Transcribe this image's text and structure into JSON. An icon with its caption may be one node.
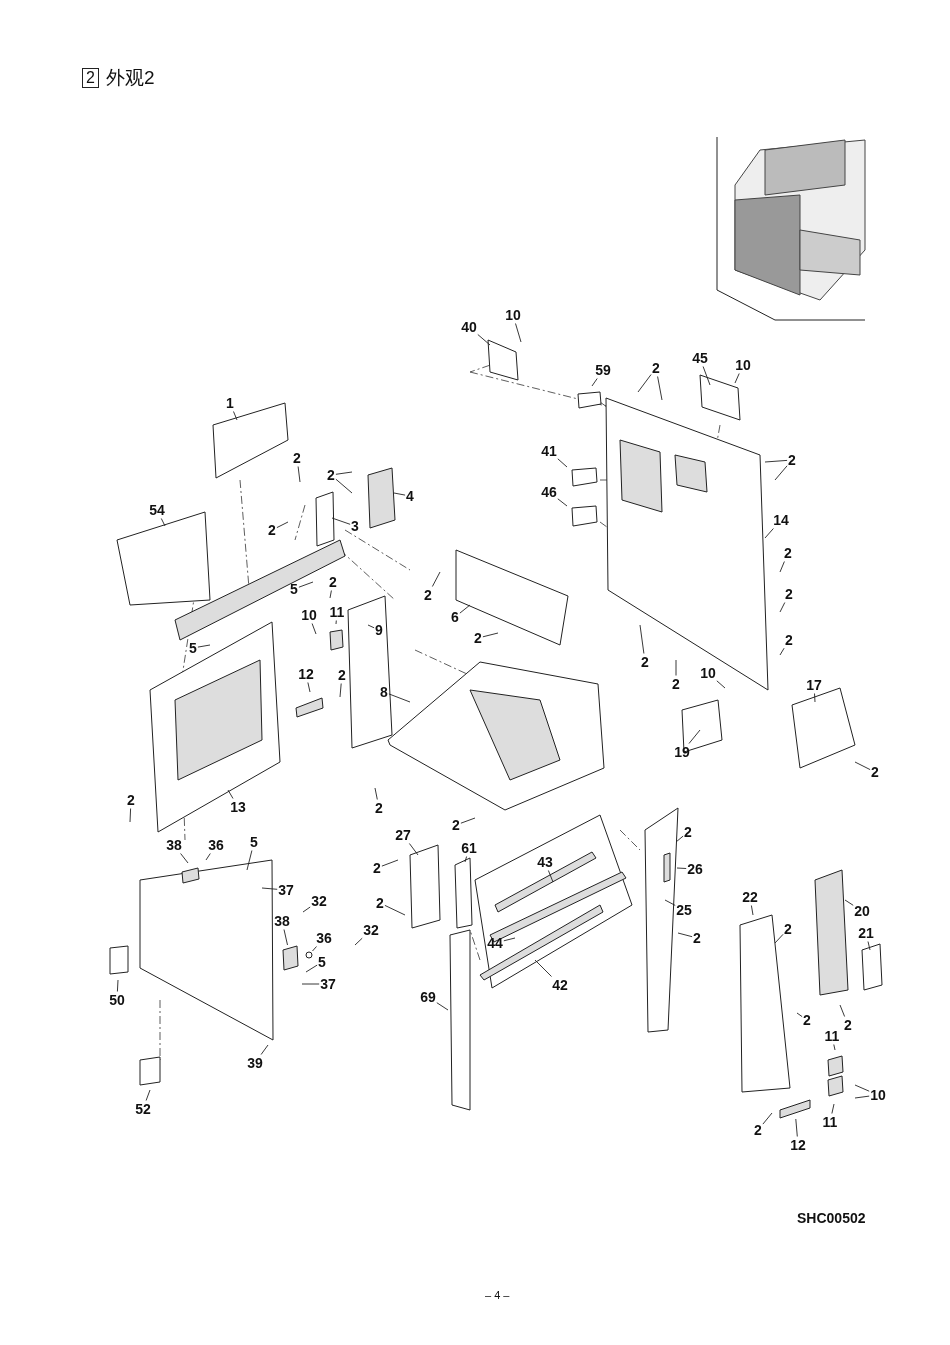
{
  "diagram": {
    "title": "外观2",
    "nodes": [
      {
        "text": [
          "1"
        ]
      },
      {
        "text": [
          "40"
        ]
      },
      {
        "text": [
          "10"
        ]
      },
      {
        "text": [
          "59"
        ]
      },
      {
        "text": [
          "2"
        ]
      },
      {
        "text": [
          "45"
        ]
      },
      {
        "text": [
          "10"
        ]
      },
      {
        "text": [
          "2"
        ]
      },
      {
        "text": [
          "2"
        ]
      },
      {
        "text": [
          "4"
        ]
      },
      {
        "text": [
          "41"
        ]
      },
      {
        "text": [
          "2"
        ]
      },
      {
        "text": [
          "54"
        ]
      },
      {
        "text": [
          "2"
        ]
      },
      {
        "text": [
          "3"
        ]
      },
      {
        "text": [
          "46"
        ]
      },
      {
        "text": [
          "14"
        ]
      },
      {
        "text": [
          "2"
        ]
      },
      {
        "text": [
          "5"
        ]
      },
      {
        "text": [
          "2"
        ]
      },
      {
        "text": [
          "2"
        ]
      },
      {
        "text": [
          "2"
        ]
      },
      {
        "text": [
          "6"
        ]
      },
      {
        "text": [
          "10"
        ]
      },
      {
        "text": [
          "11"
        ]
      },
      {
        "text": [
          "9"
        ]
      },
      {
        "text": [
          "2"
        ]
      },
      {
        "text": [
          "2"
        ]
      },
      {
        "text": [
          "5"
        ]
      },
      {
        "text": [
          "2"
        ]
      },
      {
        "text": [
          "2"
        ]
      },
      {
        "text": [
          "12"
        ]
      },
      {
        "text": [
          "2"
        ]
      },
      {
        "text": [
          "8"
        ]
      },
      {
        "text": [
          "10"
        ]
      },
      {
        "text": [
          "17"
        ]
      },
      {
        "text": [
          "19"
        ]
      },
      {
        "text": [
          "2"
        ]
      },
      {
        "text": [
          "2"
        ]
      },
      {
        "text": [
          "13"
        ]
      },
      {
        "text": [
          "2"
        ]
      },
      {
        "text": [
          "2"
        ]
      },
      {
        "text": [
          "2"
        ]
      },
      {
        "text": [
          "36"
        ]
      },
      {
        "text": [
          "38"
        ]
      },
      {
        "text": [
          "5"
        ]
      },
      {
        "text": [
          "27"
        ]
      },
      {
        "text": [
          "61"
        ]
      },
      {
        "text": [
          "2"
        ]
      },
      {
        "text": [
          "26"
        ]
      },
      {
        "text": [
          "43"
        ]
      },
      {
        "text": [
          "37"
        ]
      },
      {
        "text": [
          "32"
        ]
      },
      {
        "text": [
          "22"
        ]
      },
      {
        "text": [
          "20"
        ]
      },
      {
        "text": [
          "25"
        ]
      },
      {
        "text": [
          "2"
        ]
      },
      {
        "text": [
          "2"
        ]
      },
      {
        "text": [
          "38"
        ]
      },
      {
        "text": [
          "36"
        ]
      },
      {
        "text": [
          "32"
        ]
      },
      {
        "text": [
          "44"
        ]
      },
      {
        "text": [
          "2"
        ]
      },
      {
        "text": [
          "21"
        ]
      },
      {
        "text": [
          "5"
        ]
      },
      {
        "text": [
          "37"
        ]
      },
      {
        "text": [
          "50"
        ]
      },
      {
        "text": [
          "42"
        ]
      },
      {
        "text": [
          "69"
        ]
      },
      {
        "text": [
          "2"
        ]
      },
      {
        "text": [
          "2"
        ]
      },
      {
        "text": [
          "11"
        ]
      },
      {
        "text": [
          "39"
        ]
      },
      {
        "text": [
          "10"
        ]
      },
      {
        "text": [
          "11"
        ]
      },
      {
        "text": [
          "2"
        ]
      },
      {
        "text": [
          "12"
        ]
      },
      {
        "text": [
          "52"
        ]
      },
      {
        "text": [],
        "shape": "box"
      },
      {
        "text": [],
        "shape": "circle"
      },
      {
        "text": [],
        "shape": "bar"
      }
    ],
    "edges": [
      {
        "from": 0,
        "to": null,
        "arrow": "none"
      },
      {
        "from": 1,
        "to": null,
        "arrow": "none"
      },
      {
        "from": 2,
        "to": null,
        "arrow": "none"
      },
      {
        "from": 3,
        "to": null,
        "arrow": "none"
      },
      {
        "from": 4,
        "to": null,
        "arrow": "none"
      },
      {
        "from": 4,
        "to": null,
        "arrow": "none"
      },
      {
        "from": 5,
        "to": null,
        "arrow": "none"
      },
      {
        "from": 6,
        "to": null,
        "arrow": "none"
      },
      {
        "from": 7,
        "to": null,
        "arrow": "none"
      },
      {
        "from": 8,
        "to": null,
        "arrow": "none"
      },
      {
        "from": 8,
        "to": null,
        "arrow": "none"
      },
      {
        "from": 9,
        "to": null,
        "arrow": "none"
      },
      {
        "from": 10,
        "to": null,
        "arrow": "none"
      },
      {
        "from": 11,
        "to": null,
        "arrow": "none"
      },
      {
        "from": 11,
        "to": null,
        "arrow": "none"
      },
      {
        "from": 12,
        "to": null,
        "arrow": "none"
      },
      {
        "from": 13,
        "to": null,
        "arrow": "none"
      },
      {
        "from": 14,
        "to": null,
        "arrow": "none"
      },
      {
        "from": 15,
        "to": null,
        "arrow": "none"
      },
      {
        "from": 16,
        "to": null,
        "arrow": "none"
      },
      {
        "from": 17,
        "to": null,
        "arrow": "none"
      },
      {
        "from": 18,
        "to": null,
        "arrow": "none"
      },
      {
        "from": 19,
        "to": null,
        "arrow": "none"
      },
      {
        "from": 20,
        "to": null,
        "arrow": "none"
      },
      {
        "from": 21,
        "to": null,
        "arrow": "none"
      },
      {
        "from": 22,
        "to": null,
        "arrow": "none"
      },
      {
        "from": 23,
        "to": null,
        "arrow": "none"
      },
      {
        "from": 24,
        "to": null,
        "arrow": "none"
      },
      {
        "from": 25,
        "to": null,
        "arrow": "none"
      },
      {
        "from": 26,
        "to": null,
        "arrow": "none"
      },
      {
        "from": 27,
        "to": null,
        "arrow": "none"
      },
      {
        "from": 28,
        "to": null,
        "arrow": "none"
      },
      {
        "from": 29,
        "to": null,
        "arrow": "none"
      },
      {
        "from": 30,
        "to": null,
        "arrow": "none"
      },
      {
        "from": 31,
        "to": null,
        "arrow": "none"
      },
      {
        "from": 32,
        "to": null,
        "arrow": "none"
      },
      {
        "from": 33,
        "to": null,
        "arrow": "none"
      },
      {
        "from": 34,
        "to": null,
        "arrow": "none"
      },
      {
        "from": 35,
        "to": null,
        "arrow": "none"
      },
      {
        "from": 36,
        "to": null,
        "arrow": "none"
      },
      {
        "from": 37,
        "to": null,
        "arrow": "none"
      },
      {
        "from": 38,
        "to": null,
        "arrow": "none"
      },
      {
        "from": 39,
        "to": null,
        "arrow": "none"
      },
      {
        "from": 40,
        "to": null,
        "arrow": "none"
      },
      {
        "from": 41,
        "to": null,
        "arrow": "none"
      },
      {
        "from": 42,
        "to": null,
        "arrow": "none"
      },
      {
        "from": 43,
        "to": null,
        "arrow": "none"
      },
      {
        "from": 44,
        "to": null,
        "arrow": "none"
      },
      {
        "from": 45,
        "to": null,
        "arrow": "none"
      },
      {
        "from": 46,
        "to": null,
        "arrow": "none"
      },
      {
        "from": 47,
        "to": null,
        "arrow": "none"
      },
      {
        "from": 48,
        "to": null,
        "arrow": "none"
      },
      {
        "from": 49,
        "to": null,
        "arrow": "none"
      },
      {
        "from": 50,
        "to": null,
        "arrow": "none"
      },
      {
        "from": 51,
        "to": null,
        "arrow": "none"
      },
      {
        "from": 52,
        "to": null,
        "arrow": "none"
      },
      {
        "from": 53,
        "to": null,
        "arrow": "none"
      },
      {
        "from": 54,
        "to": null,
        "arrow": "none"
      },
      {
        "from": 55,
        "to": null,
        "arrow": "none"
      },
      {
        "from": 56,
        "to": null,
        "arrow": "none"
      },
      {
        "from": 57,
        "to": null,
        "arrow": "none"
      },
      {
        "from": 58,
        "to": 78,
        "arrow": "none"
      },
      {
        "from": 59,
        "to": 79,
        "arrow": "none"
      },
      {
        "from": 60,
        "to": null,
        "arrow": "none"
      },
      {
        "from": 61,
        "to": null,
        "arrow": "none"
      },
      {
        "from": 62,
        "to": null,
        "arrow": "none"
      },
      {
        "from": 63,
        "to": null,
        "arrow": "none"
      },
      {
        "from": 64,
        "to": null,
        "arrow": "none"
      },
      {
        "from": 65,
        "to": null,
        "arrow": "none"
      },
      {
        "from": 66,
        "to": null,
        "arrow": "none"
      },
      {
        "from": 67,
        "to": null,
        "arrow": "none"
      },
      {
        "from": 68,
        "to": null,
        "arrow": "none"
      },
      {
        "from": 69,
        "to": null,
        "arrow": "none"
      },
      {
        "from": 70,
        "to": null,
        "arrow": "none"
      },
      {
        "from": 71,
        "to": null,
        "arrow": "none"
      },
      {
        "from": 72,
        "to": null,
        "arrow": "none"
      },
      {
        "from": 73,
        "to": null,
        "arrow": "none"
      },
      {
        "from": 73,
        "to": null,
        "arrow": "none"
      },
      {
        "from": 74,
        "to": null,
        "arrow": "none"
      },
      {
        "from": 75,
        "to": null,
        "arrow": "none"
      },
      {
        "from": 76,
        "to": 80,
        "arrow": "none"
      },
      {
        "from": 77,
        "to": null,
        "arrow": "none"
      }
    ],
    "labels": [
      "2",
      "SHC00502",
      "– 4 –"
    ]
  }
}
